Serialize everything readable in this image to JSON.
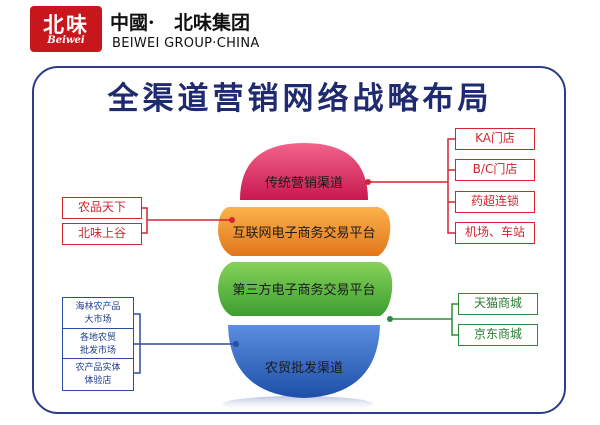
{
  "header": {
    "logo_cn": "北味",
    "logo_en": "Beiwei",
    "seal_text": "中國·",
    "group_cn": "北味集团",
    "group_en": "BEIWEI GROUP·CHINA"
  },
  "title": "全渠道营销网络战略布局",
  "layers": [
    {
      "label": "传统营销渠道",
      "color": "#e0245a"
    },
    {
      "label": "互联网电子商务交易平台",
      "color": "#f08a1e"
    },
    {
      "label": "第三方电子商务交易平台",
      "color": "#4fb53c"
    },
    {
      "label": "农贸批发渠道",
      "color": "#2f64c4"
    }
  ],
  "left_groups": {
    "red": [
      "农品天下",
      "北味上谷"
    ],
    "blue": [
      [
        "海林农产品",
        "大市场"
      ],
      [
        "各地农贸",
        "批发市场"
      ],
      [
        "农产品实体",
        "体验店"
      ]
    ]
  },
  "right_groups": {
    "red": [
      "KA门店",
      "B/C门店",
      "药超连锁",
      "机场、车站"
    ],
    "green": [
      "天猫商城",
      "京东商城"
    ]
  },
  "colors": {
    "red": "#d2252e",
    "blue": "#2a4ea0",
    "green": "#2f8a3b",
    "frame": "#2d3b8c",
    "title": "#1f2b6e"
  }
}
